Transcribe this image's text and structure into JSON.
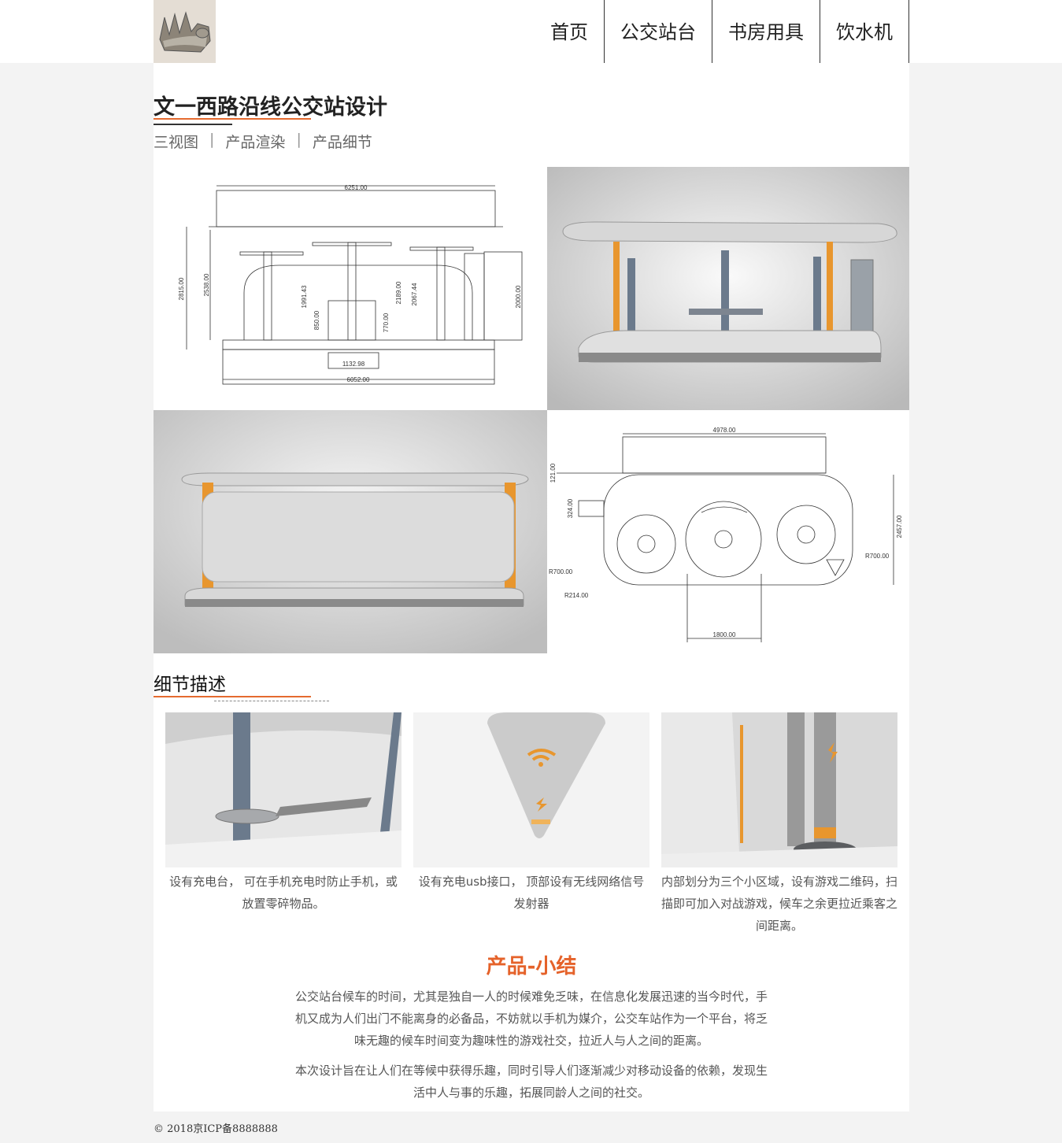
{
  "nav": {
    "items": [
      "首页",
      "公交站台",
      "书房用具",
      "饮水机"
    ]
  },
  "page": {
    "title": "文一西路沿线公交站设计",
    "tabs": [
      "三视图",
      "产品渲染",
      "产品细节"
    ]
  },
  "drawings": {
    "front": {
      "d1": "6251.00",
      "d2": "2815.00",
      "d3": "2538.00",
      "d4": "1991.43",
      "d5": "850.00",
      "d6": "770.00",
      "d7": "2189.00",
      "d8": "2067.44",
      "d9": "2000.00",
      "d10": "1132.98",
      "d11": "6052.00"
    },
    "top": {
      "d1": "4978.00",
      "d2": "121.00",
      "d3": "324.00",
      "d4": "2457.00",
      "d5": "R700.00",
      "d6": "R214.00",
      "d7": "R700.00",
      "d8": "1800.00"
    }
  },
  "details": {
    "heading": "细节描述",
    "items": [
      {
        "caption": "设有充电台， 可在手机充电时防止手机，或放置零碎物品。"
      },
      {
        "caption": "设有充电usb接口， 顶部设有无线网络信号发射器"
      },
      {
        "caption": "内部划分为三个小区域，设有游戏二维码，扫描即可加入对战游戏，候车之余更拉近乘客之间距离。"
      }
    ]
  },
  "summary": {
    "title": "产品-小结",
    "p1": "公交站台候车的时间，尤其是独自一人的时候难免乏味，在信息化发展迅速的当今时代，手机又成为人们出门不能离身的必备品，不妨就以手机为媒介，公交车站作为一个平台，将乏味无趣的候车时间变为趣味性的游戏社交，拉近人与人之间的距离。",
    "p2": "本次设计旨在让人们在等候中获得乐趣，同时引导人们逐渐减少对移动设备的依赖，发现生活中人与事的乐趣，拓展同龄人之间的社交。"
  },
  "footer": {
    "text": "© 2018京ICP备8888888"
  },
  "colors": {
    "accent": "#e5622a",
    "pillar_orange": "#e8962e",
    "pillar_blue": "#6b7a8c"
  }
}
